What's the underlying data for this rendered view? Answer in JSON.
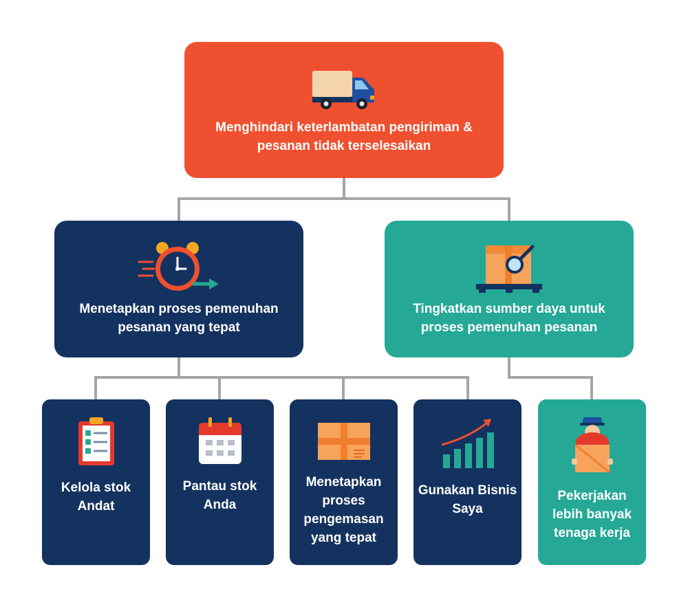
{
  "colors": {
    "root": "#ef502f",
    "navy": "#14325f",
    "teal": "#25a996",
    "connector": "#a6a6a6"
  },
  "root": {
    "label": "Menghindari keterlambatan pengiriman & pesanan tidak terselesaikan",
    "icon": "delivery-truck-icon"
  },
  "mid": [
    {
      "label": "Menetapkan proses pemenuhan pesanan yang tepat",
      "icon": "alarm-clock-icon"
    },
    {
      "label": "Tingkatkan sumber daya untuk proses pemenuhan pesanan",
      "icon": "box-inspect-icon"
    }
  ],
  "leaves": [
    {
      "label": "Kelola stok Andat",
      "icon": "clipboard-checklist-icon"
    },
    {
      "label": "Pantau stok Anda",
      "icon": "calendar-icon"
    },
    {
      "label": "Menetapkan proses pengemasan yang tepat",
      "icon": "package-box-icon"
    },
    {
      "label": "Gunakan Bisnis Saya",
      "icon": "growth-chart-icon"
    },
    {
      "label": "Pekerjakan lebih banyak tenaga kerja",
      "icon": "worker-carrying-box-icon"
    }
  ]
}
